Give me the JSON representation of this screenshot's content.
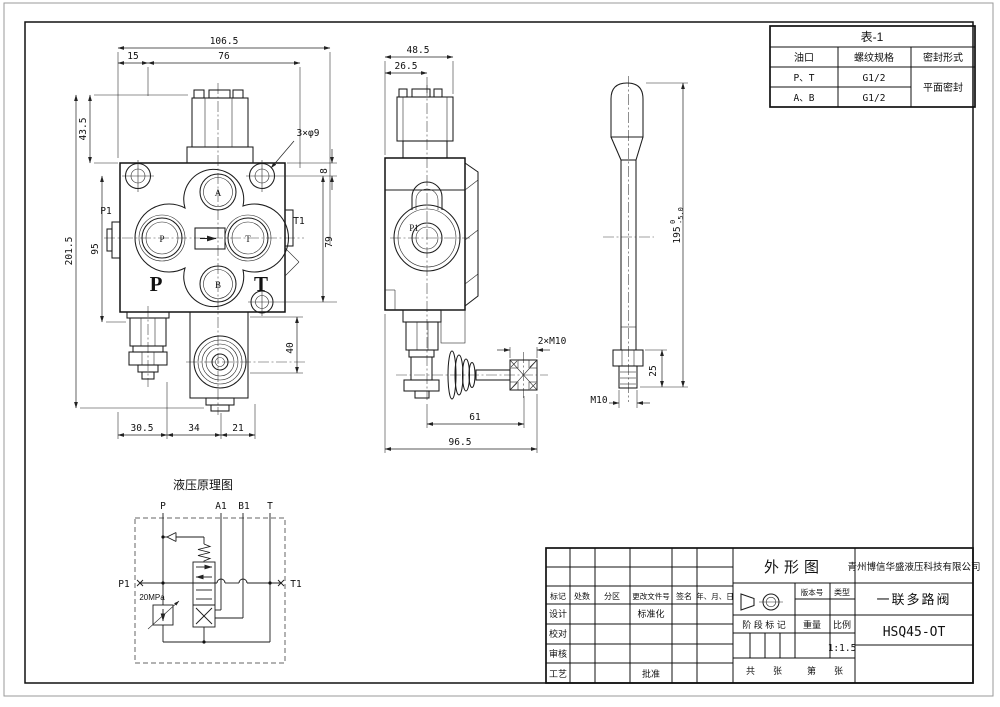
{
  "front_view": {
    "dim_overall_width": "106.5",
    "dim_15": "15",
    "dim_76": "76",
    "dim_43_5": "43.5",
    "dim_95": "95",
    "dim_overall_height": "201.5",
    "dim_holes": "3×φ9",
    "dim_8": "8",
    "dim_79": "79",
    "dim_40": "40",
    "dim_30_5": "30.5",
    "dim_34": "34",
    "dim_21": "21",
    "label_p1": "P1",
    "label_t1": "T1",
    "port_a": "A",
    "port_p": "P",
    "port_t": "T",
    "port_b": "B",
    "body_p": "P",
    "body_t": "T"
  },
  "side_view": {
    "dim_48_5": "48.5",
    "dim_26_5": "26.5",
    "dim_2xm10": "2×M10",
    "dim_61": "61",
    "dim_96_5": "96.5",
    "label_p1": "P1"
  },
  "lever_view": {
    "dim_length": "195",
    "dim_length_upper": "0",
    "dim_length_lower": "-5.0",
    "dim_25": "25",
    "label_m10": "M10"
  },
  "schematic": {
    "title": "液压原理图",
    "port_p": "P",
    "port_a1": "A1",
    "port_b1": "B1",
    "port_t": "T",
    "port_p1": "P1",
    "port_t1": "T1",
    "pressure": "20MPa"
  },
  "table1": {
    "title": "表-1",
    "header_port": "油口",
    "header_thread": "螺纹规格",
    "header_seal": "密封形式",
    "row1_port": "P、T",
    "row1_thread": "G1/2",
    "row2_port": "A、B",
    "row2_thread": "G1/2",
    "seal_value": "平面密封"
  },
  "title_block": {
    "drawing_name": "外形图",
    "company": "青州博信华盛液压科技有限公司",
    "product_name": "一联多路阀",
    "model": "HSQ45-OT",
    "scale_value": "1:1.5",
    "version_label": "版本号",
    "type_label": "类型",
    "stage_label": "阶 段 标 记",
    "weight_label": "重量",
    "scale_label": "比例",
    "total_sheet": "共　　张",
    "sheet_no": "第　　张",
    "mark": "标记",
    "count": "处数",
    "zone": "分区",
    "change_doc": "更改文件号",
    "signature": "签名",
    "date": "年、月、日",
    "design": "设计",
    "standardization": "标准化",
    "proofread": "校对",
    "review": "审核",
    "process": "工艺",
    "approve": "批准"
  }
}
